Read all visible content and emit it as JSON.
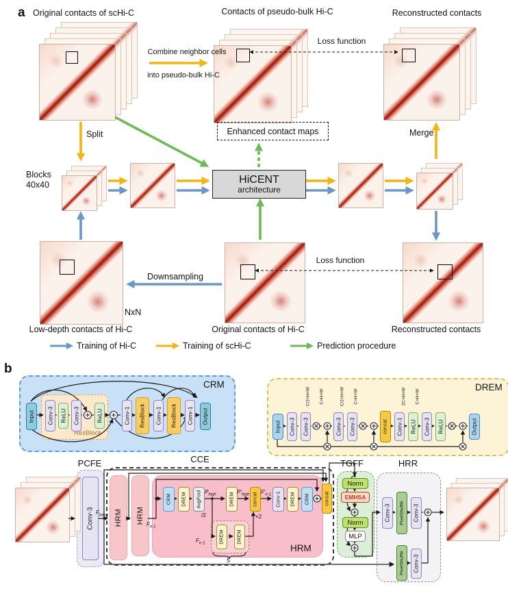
{
  "panel_a": {
    "label": "a",
    "schic_title": "Original contacts of scHi-C",
    "bulk_title": "Contacts of pseudo-bulk Hi-C",
    "recon_top_title": "Reconstructed contacts",
    "combine_1": "Combine neighbor cells",
    "combine_2": "into pseudo-bulk Hi-C",
    "loss_top": "Loss function",
    "split": "Split",
    "merge": "Merge",
    "blocks_1": "Blocks",
    "blocks_2": "40x40",
    "enhanced": "Enhanced contact maps",
    "hicent_1": "HiCENT",
    "hicent_2": "architecture",
    "downsampling": "Downsampling",
    "loss_bottom": "Loss function",
    "nxn": "NxN",
    "low_depth_title": "Low-depth contacts of Hi-C",
    "orig_hic_title": "Original contacts of Hi-C",
    "recon_bottom_title": "Reconstructed contacts",
    "legend_hic": "Training of Hi-C",
    "legend_schic": "Training of scHi-C",
    "legend_pred": "Prediction procedure"
  },
  "panel_b": {
    "label": "b",
    "crm": {
      "title": "CRM",
      "input": "Input",
      "conv3a": "Conv-3",
      "relu_a": "ReLU",
      "conv3b": "Conv-3",
      "relu_b": "ReLU",
      "resblock": "ResBlock",
      "conv1a": "Conv-1",
      "resblock1": "ResBlock",
      "conv1b": "Conv-1",
      "resblock2": "ResBlock",
      "conv1c": "Conv-1",
      "output": "Output"
    },
    "drem": {
      "title": "DREM",
      "input": "Input",
      "conv3a": "Conv-3",
      "conv3b": "Conv-3",
      "conv3c": "Conv-3",
      "conv3d": "Conv-3",
      "concat": "concat",
      "conv1": "Conv-1",
      "relu_a": "ReLU",
      "conv3e": "Conv-3",
      "relu_b": "ReLU",
      "output": "Output",
      "dim1": "C/2×H×W",
      "dim2": "C×H×W",
      "dim3": "C/2×H×W",
      "dim4": "C×H×W",
      "dim5": "2C×H×W",
      "dim6": "C×H×W"
    },
    "pcfe": {
      "title": "PCFE",
      "conv": "Conv-3"
    },
    "fbase": {
      "v": "F",
      "sub": "base"
    },
    "cce": {
      "title": "CCE",
      "hrm1": "HRM",
      "hrm2": "HRM",
      "hrm_big": "HRM",
      "fn1": {
        "v": "F",
        "sub": "n-1"
      },
      "crm1": "CRM",
      "drem1": "DREM",
      "avgpool": "AvgPool",
      "phigh": {
        "v": "P",
        "sub": "high"
      },
      "drem2": "DREM",
      "phigh2": {
        "v": "P′",
        "sub": "high"
      },
      "concat1": "concat",
      "fprime": {
        "v": "F′",
        "sub": "n-1"
      },
      "conv1": "Conv-1",
      "drem3": "DREM",
      "crm2": "CRM",
      "concat_out": "concat",
      "half": "/2",
      "times2": "×2",
      "flow": {
        "v": "F",
        "sub": "n-1"
      },
      "drem_a": "DREM",
      "drem_b": "DREM",
      "repeat": "5"
    },
    "tgff": {
      "title": "TGFF",
      "norm1": "Norm",
      "emhsa": "EMHSA",
      "norm2": "Norm",
      "mlp": "MLP"
    },
    "hrr": {
      "title": "HRR",
      "conv_a": "Conv-3",
      "ps_a": "PixelShuffle",
      "conv_b": "Conv-3",
      "ps_b": "PixelShuffle",
      "conv_c": "Conv-3"
    }
  },
  "colors": {
    "training_hic": "#6a96cc",
    "training_schic": "#f6b40e",
    "prediction": "#6dbb53"
  }
}
